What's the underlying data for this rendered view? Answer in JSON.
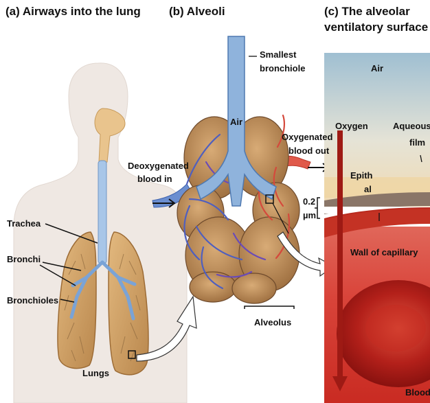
{
  "panels": {
    "a": {
      "title": "(a) Airways into the lung"
    },
    "b": {
      "title": "(b) Alveoli"
    },
    "c": {
      "title_line1": "(c) The alveolar",
      "title_line2": "ventilatory surface"
    }
  },
  "labels": {
    "trachea": "Trachea",
    "bronchi": "Bronchi",
    "bronchioles": "Bronchioles",
    "lungs": "Lungs",
    "smallest_bronchiole_1": "Smallest",
    "smallest_bronchiole_2": "bronchiole",
    "air_b": "Air",
    "deoxy_1": "Deoxygenated",
    "deoxy_2": "blood in",
    "oxy_1": "Oxygenated",
    "oxy_2": "blood out",
    "thickness_1": "0.2",
    "thickness_2": "µm",
    "alveolus": "Alveolus",
    "air_c": "Air",
    "oxygen": "Oxygen",
    "aqueous_1": "Aqueous",
    "aqueous_2": "film",
    "epith_1": "Epith",
    "epith_2": "al",
    "wall_capillary": "Wall of capillary",
    "blood": "Blood"
  },
  "colors": {
    "airway_blue": "#7ba7d4",
    "lung_tan": "#c89a5e",
    "body_skin": "#f1ebe6",
    "vein_blue": "#4d6fb8",
    "artery_red": "#d7402e",
    "blood_red": "#c8251d",
    "air_sky": "#b5cedd"
  }
}
